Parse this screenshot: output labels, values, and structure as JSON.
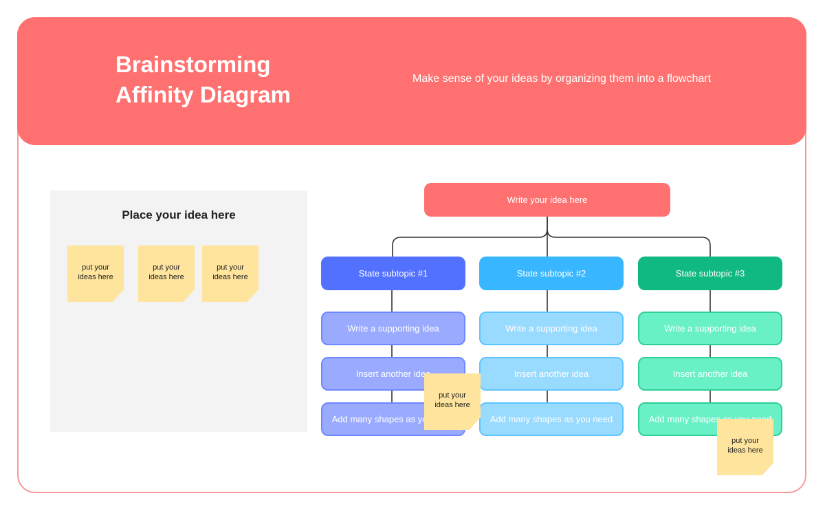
{
  "header": {
    "title_line1": "Brainstorming",
    "title_line2": "Affinity Diagram",
    "subtitle": "Make sense of your ideas by organizing them into a flowchart"
  },
  "panel": {
    "title": "Place your idea here",
    "sticky_text": "put your ideas here"
  },
  "diagram": {
    "root": "Write your idea here",
    "columns": [
      {
        "subtopic": "State subtopic #1",
        "ideas": [
          "Write a supporting idea",
          "Insert another idea",
          "Add many shapes as you need"
        ]
      },
      {
        "subtopic": "State subtopic #2",
        "ideas": [
          "Write a supporting idea",
          "Insert another idea",
          "Add many shapes as you need"
        ]
      },
      {
        "subtopic": "State subtopic #3",
        "ideas": [
          "Write a supporting idea",
          "Insert another idea",
          "Add many shapes as you need"
        ]
      }
    ]
  },
  "colors": {
    "header": "#ff7170",
    "frame_border": "#f59a98",
    "sticky": "#ffe49e",
    "subtopic1": "#5271ff",
    "idea1_fill": "#9aabff",
    "idea1_border": "#6f87ff",
    "subtopic2": "#38b6ff",
    "idea2_fill": "#99daff",
    "idea2_border": "#5ec4ff",
    "subtopic3": "#10b981",
    "idea3_fill": "#6af0c6",
    "idea3_border": "#2fcf95"
  }
}
